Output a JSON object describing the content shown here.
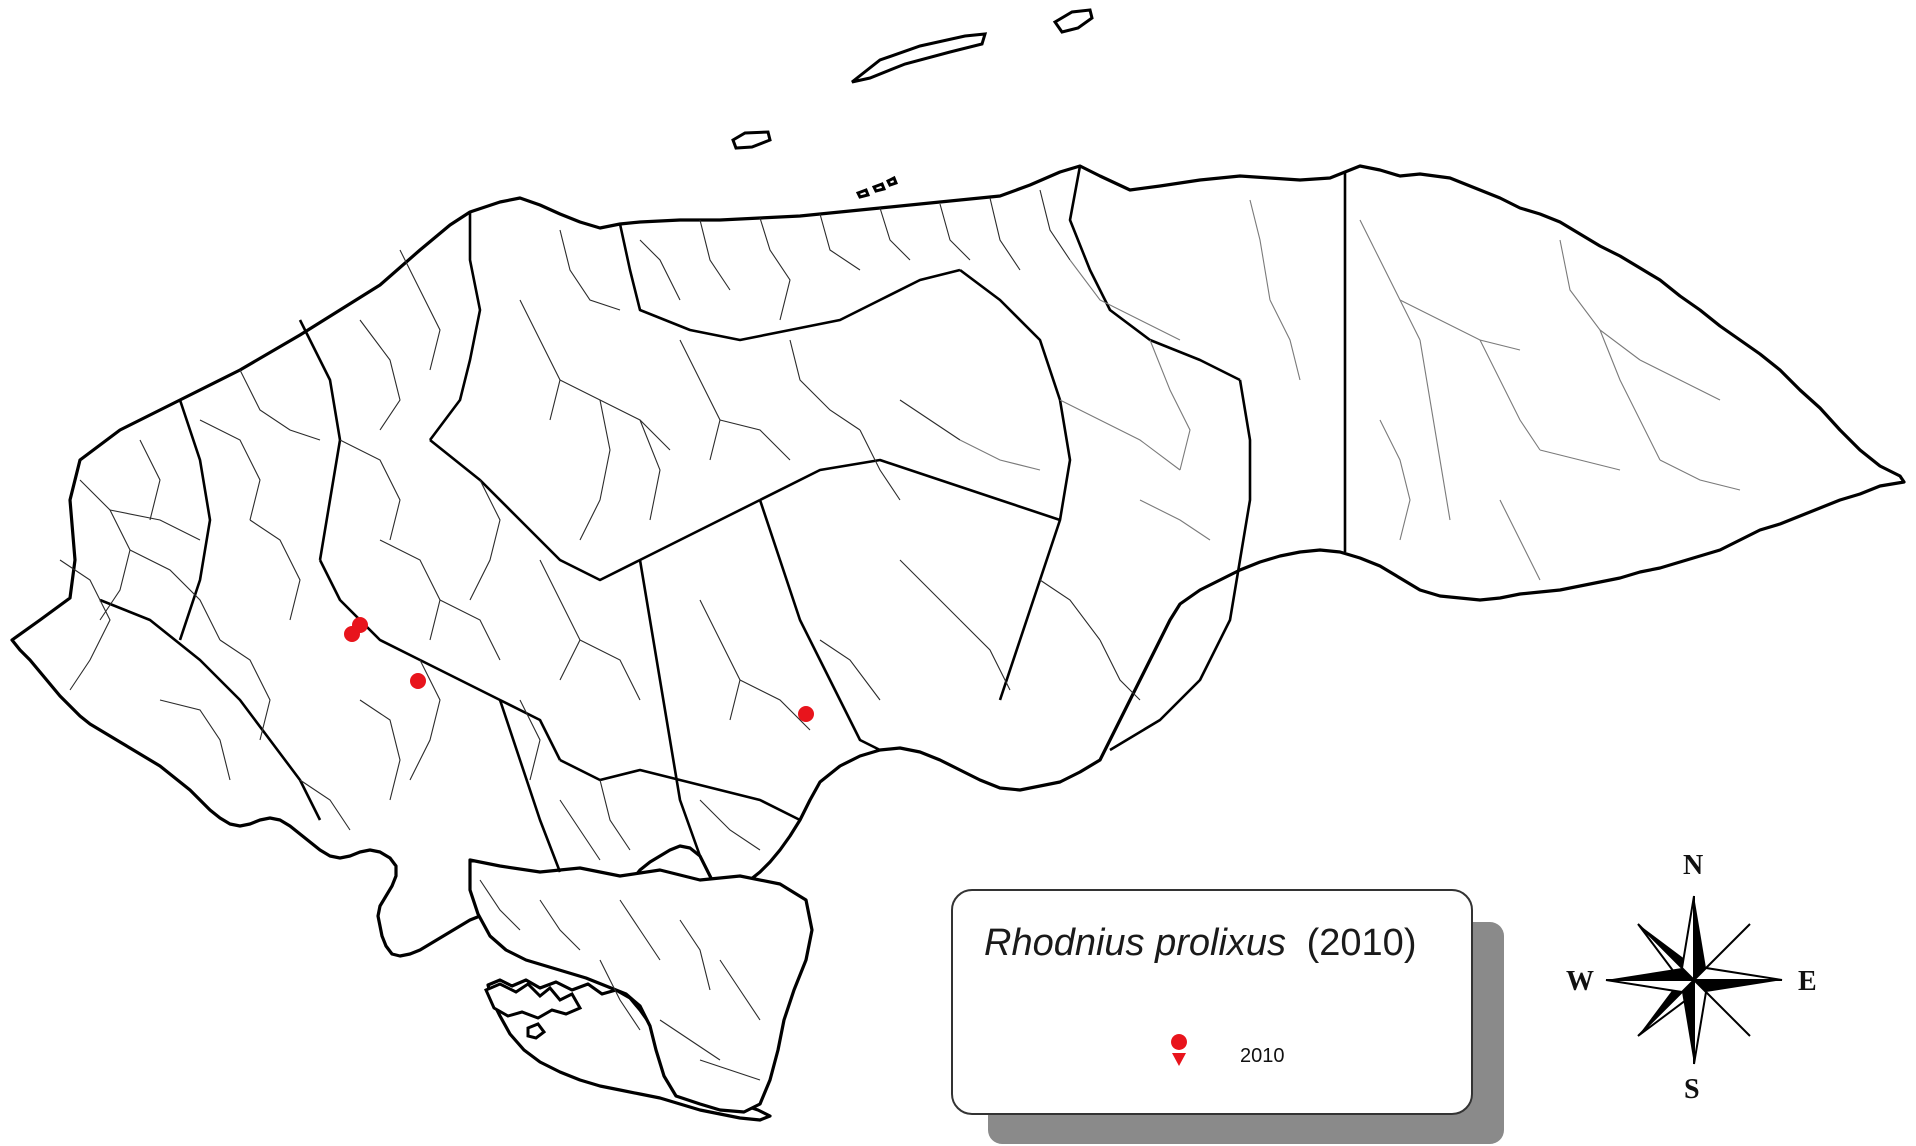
{
  "legend": {
    "title_species": "Rhodnius prolixus",
    "title_year": "(2010)",
    "items": [
      {
        "label": "2010",
        "color": "#e8141c",
        "symbol": "point"
      }
    ]
  },
  "compass": {
    "north": "N",
    "south": "S",
    "east": "E",
    "west": "W"
  },
  "colors": {
    "record_points": "#e8141c",
    "boundaries": "#000000",
    "land": "#ffffff"
  }
}
